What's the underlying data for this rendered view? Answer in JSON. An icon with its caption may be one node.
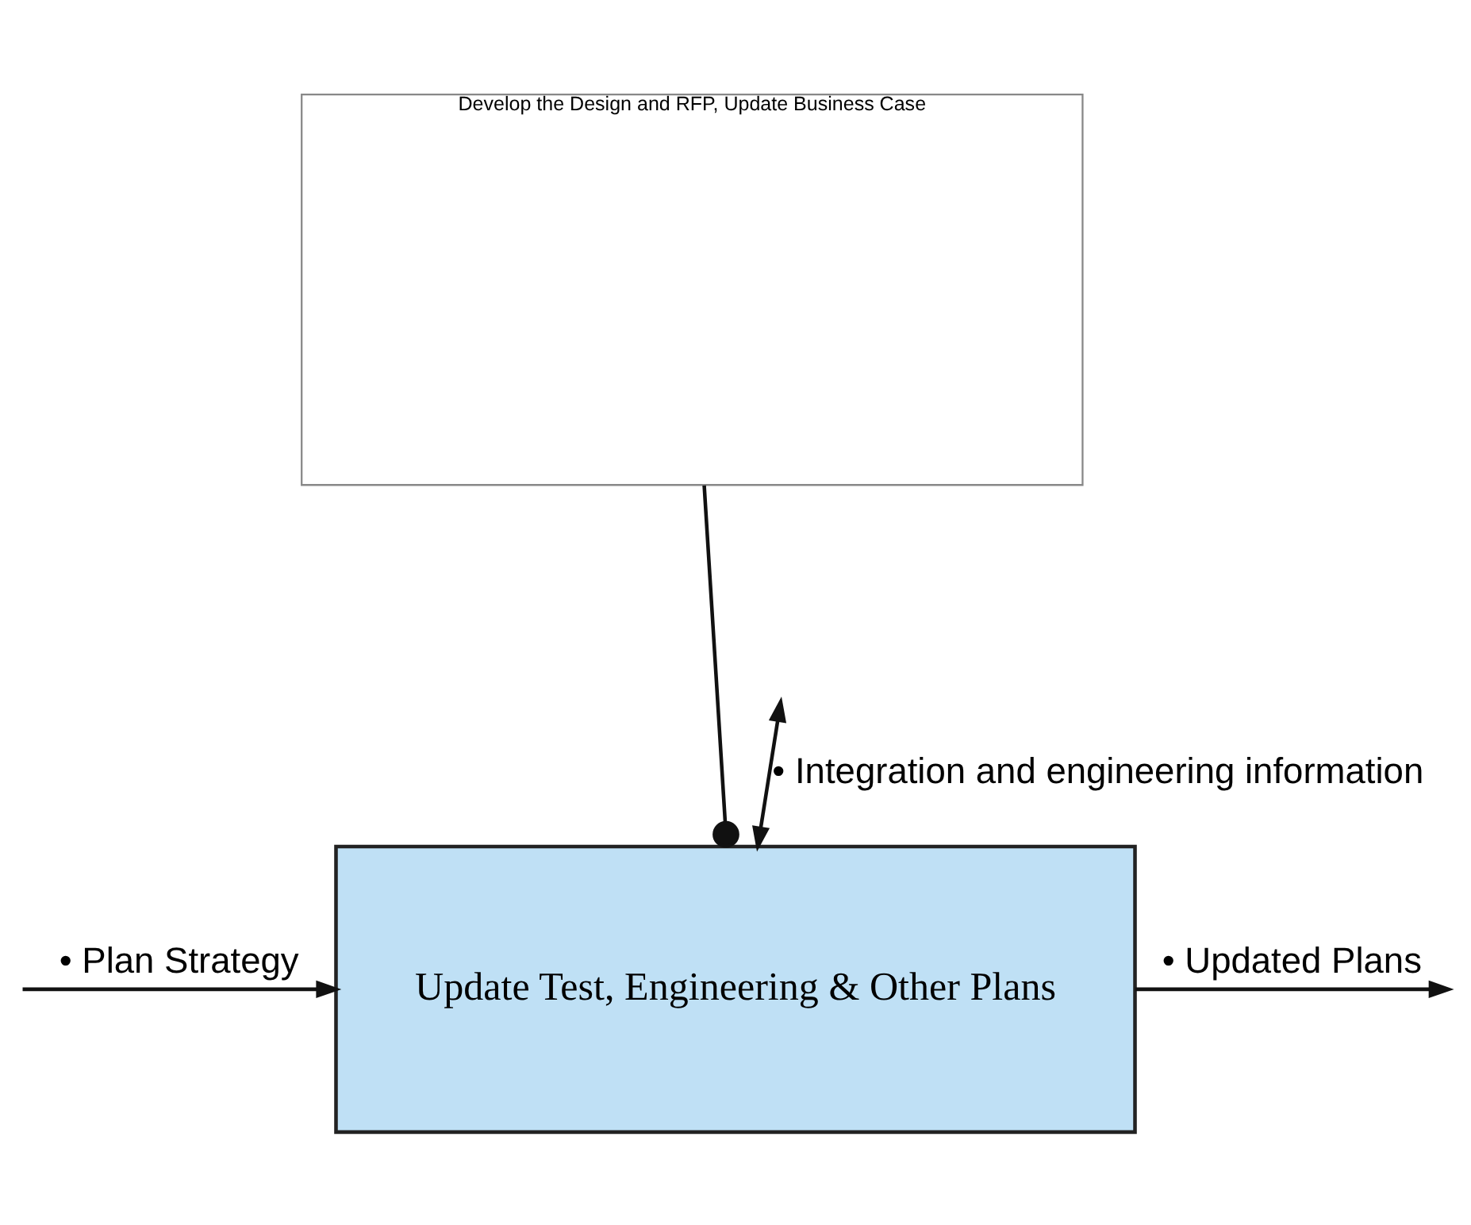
{
  "diagram": {
    "nodes": [
      {
        "text": [
          "Update Test, Engineering & Other Plans"
        ]
      },
      {
        "text": [
          "Develop the Design and RFP, Update Business Case"
        ]
      }
    ],
    "edges": [
      {
        "from": null,
        "to": 0,
        "arrow": "to",
        "label": "• Plan Strategy"
      },
      {
        "from": 0,
        "to": null,
        "arrow": "to",
        "label": "• Updated Plans"
      },
      {
        "from": 0,
        "to": null,
        "arrow": "both",
        "label": "• Integration and engineering information"
      },
      {
        "from": 1,
        "to": 0,
        "arrow": "other"
      }
    ]
  }
}
